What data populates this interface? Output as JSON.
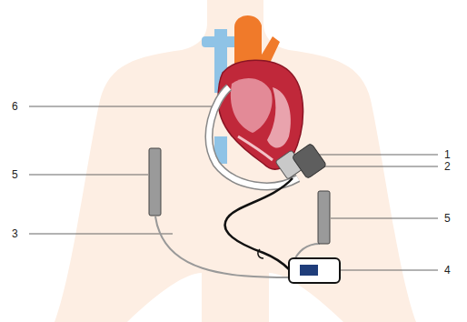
{
  "diagram": {
    "labels": [
      "6",
      "5",
      "3",
      "1",
      "2",
      "5",
      "4"
    ]
  }
}
